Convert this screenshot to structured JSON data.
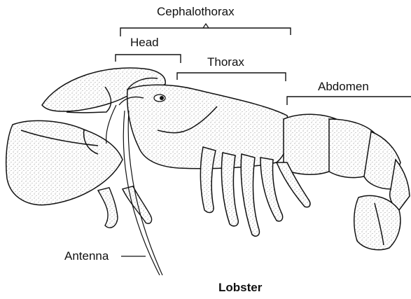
{
  "labels": {
    "cephalothorax": "Cephalothorax",
    "head": "Head",
    "thorax": "Thorax",
    "abdomen": "Abdomen",
    "antenna": "Antenna"
  },
  "caption": "Lobster"
}
